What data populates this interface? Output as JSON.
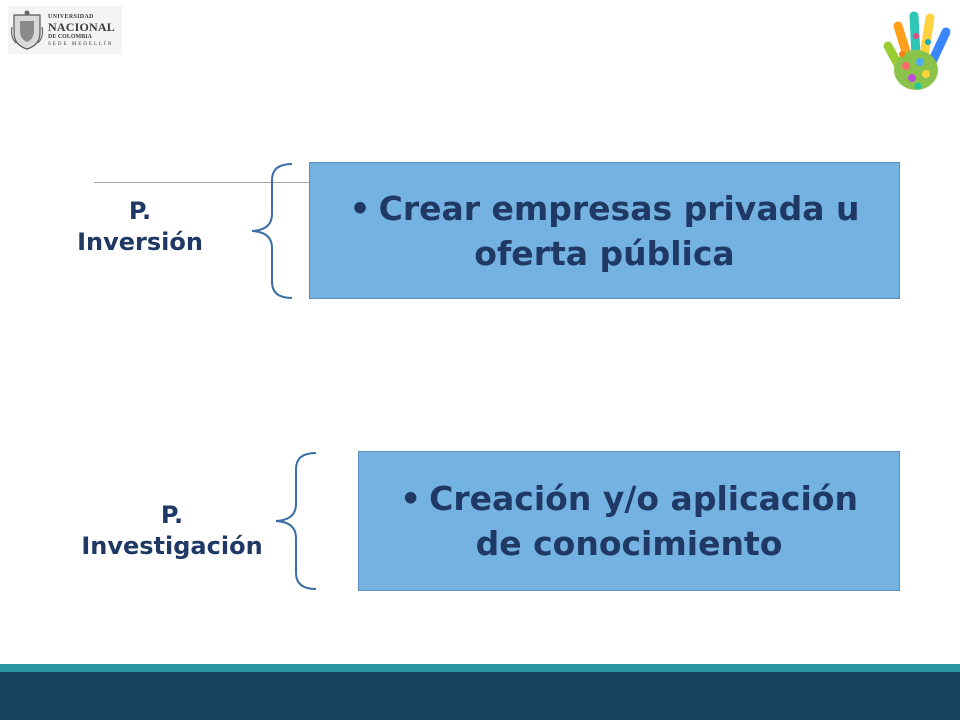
{
  "logo": {
    "line1": "UNIVERSIDAD",
    "line2": "NACIONAL",
    "line3": "DE COLOMBIA",
    "line4": "SEDE MEDELLÍN"
  },
  "groups": [
    {
      "label_line1": "P.",
      "label_line2": "Inversión",
      "bullet": "•",
      "text": "Crear empresas privada u oferta pública"
    },
    {
      "label_line1": "P.",
      "label_line2": "Investigación",
      "bullet": "•",
      "text": "Creación y/o aplicación de conocimiento"
    }
  ],
  "colors": {
    "box_fill": "#74b2e2",
    "text": "#1f3864",
    "footer_teal": "#2a94a0",
    "footer_navy": "#17425f",
    "brace": "#3a6ea5"
  },
  "icons": [
    "university-seal-icon",
    "hand-logo-icon"
  ]
}
